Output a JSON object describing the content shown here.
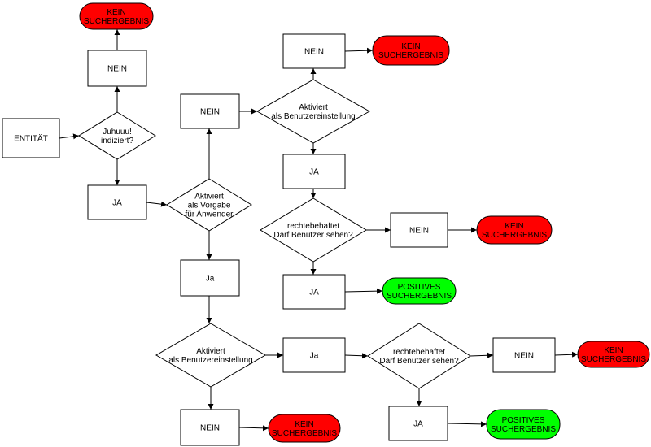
{
  "colors": {
    "negative": "#ff0000",
    "positive": "#00ff00",
    "line": "#000000"
  },
  "nodes": {
    "entitaet": [
      "ENTITÄT"
    ],
    "d_indiziert": [
      "Juhuuu!",
      "indiziert?"
    ],
    "nein_top": [
      "NEIN"
    ],
    "kein_top": [
      "KEIN",
      "SUCHERGEBNIS"
    ],
    "ja_1": [
      "JA"
    ],
    "d_vorgabe": [
      "Aktiviert",
      "als Vorgabe",
      "für Anwender"
    ],
    "nein_vorgabe": [
      "NEIN"
    ],
    "d_benutzer_1": [
      "Aktiviert",
      "als Benutzereinstellung"
    ],
    "nein_benutzer_1": [
      "NEIN"
    ],
    "kein_benutzer_1": [
      "KEIN",
      "SUCHERGEBNIS"
    ],
    "ja_benutzer_1": [
      "JA"
    ],
    "d_recht_1": [
      "rechtebehaftet",
      "Darf Benutzer sehen?"
    ],
    "nein_recht_1": [
      "NEIN"
    ],
    "kein_recht_1": [
      "KEIN",
      "SUCHERGEBNIS"
    ],
    "ja_recht_1": [
      "JA"
    ],
    "pos_1": [
      "POSITIVES",
      "SUCHERGEBNIS"
    ],
    "ja_vorgabe": [
      "Ja"
    ],
    "d_benutzer_2": [
      "Aktiviert",
      "als Benutzereinstellung"
    ],
    "nein_benutzer_2": [
      "NEIN"
    ],
    "kein_benutzer_2": [
      "KEIN",
      "SUCHERGEBNIS"
    ],
    "ja_benutzer_2": [
      "Ja"
    ],
    "d_recht_2": [
      "rechtebehaftet",
      "Darf Benutzer sehen?"
    ],
    "nein_recht_2": [
      "NEIN"
    ],
    "kein_recht_2": [
      "KEIN",
      "SUCHERGEBNIS"
    ],
    "ja_recht_2": [
      "JA"
    ],
    "pos_2": [
      "POSITIVES",
      "SUCHERGEBNIS"
    ]
  }
}
